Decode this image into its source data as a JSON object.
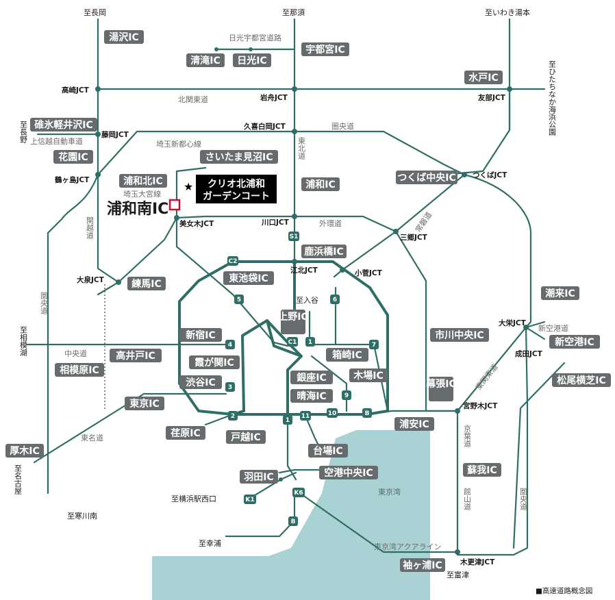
{
  "destinations": {
    "naganohara": "至長岡",
    "nasu": "至那須",
    "iwaki": "至いわき湯本",
    "hitachinaka": "至ひたちなか海浜公園",
    "nagano": "至長野",
    "sagamiko": "至相模湖",
    "nagoya": "至名古屋",
    "samukawa": "至寒川南",
    "yokohama": "至横浜駅西口",
    "saiwaiura": "至幸浦",
    "tomitsu": "至富津",
    "iriya": "至入谷"
  },
  "road_names": {
    "nikko_utsunomiya": "日光宇都宮道路",
    "kitakanto": "北関東道",
    "ken_o_north": "圏央道",
    "joshinetsu": "上信越自動車道",
    "saitama_shintoshin": "埼玉新都心線",
    "saitama_omiya": "埼玉大宮線",
    "tohoku": "東北道",
    "gaikan": "外環道",
    "kan_etsu": "関越道",
    "ken_o_west": "圏央道",
    "chuo": "中央道",
    "tomei": "東名道",
    "joban": "常磐道",
    "shinkuko": "新空港道",
    "higashikanto": "東関東道",
    "keiyo": "京葉道",
    "tateyama": "館山道",
    "ken_o_east": "圏央道",
    "aqualine": "東京湾アクアライン"
  },
  "sea_label": "東京湾",
  "ics": {
    "yuzawa": "湯沢IC",
    "utsunomiya": "宇都宮IC",
    "kiyotaki": "清滝IC",
    "nikko": "日光IC",
    "mito": "水戸IC",
    "usui": "碓氷軽井沢IC",
    "hanazono": "花園IC",
    "saitama_minuma": "さいたま見沼IC",
    "urawa_kita": "浦和北IC",
    "urawa": "浦和IC",
    "tsukuba_chuo": "つくば中央IC",
    "shikahamabashi": "鹿浜橋IC",
    "higashi_ikebukuro": "東池袋IC",
    "nerima": "練馬IC",
    "ueno": "上野IC",
    "shinjuku": "新宿IC",
    "takaido": "高井戸IC",
    "hakozaki": "箱崎IC",
    "kasumigaseki": "霞が関IC",
    "ginza": "銀座IC",
    "kiba": "木場IC",
    "sagamihara": "相模原IC",
    "shibuya": "渋谷IC",
    "harumi": "晴海IC",
    "ichikawa": "市川中央IC",
    "itako": "潮来IC",
    "shinkuko": "新空港IC",
    "makuhari": "幕張IC",
    "tokyo": "東京IC",
    "ebara": "荏原IC",
    "togoshi": "戸越IC",
    "urayasu": "浦安IC",
    "matsuo": "松尾横芝IC",
    "daiba": "台場IC",
    "atsugi": "厚木IC",
    "haneda": "羽田IC",
    "kuko_chuo": "空港中央IC",
    "soga": "蘇我IC",
    "sodegaura": "袖ヶ浦IC"
  },
  "jcts": {
    "takasaki": "高崎JCT",
    "iwafune": "岩舟JCT",
    "tomobe": "友部JCT",
    "fujioka": "藤岡JCT",
    "kuki": "久喜白岡JCT",
    "tsurugashima": "鶴ヶ島JCT",
    "tsukuba": "つくばJCT",
    "bijogi": "美女木JCT",
    "kawaguchi": "川口JCT",
    "misato": "三郷JCT",
    "koto": "江北JCT",
    "kosuge": "小菅JCT",
    "oizumi": "大泉JCT",
    "oei": "大栄JCT",
    "narita": "成田JCT",
    "miyanogi": "宮野木JCT",
    "kisarazu": "木更津JCT"
  },
  "route_shields": {
    "s1": "S1",
    "c2": "C2",
    "r5": "5",
    "r6": "6",
    "c1": "C1",
    "r1a": "1",
    "r4": "4",
    "r7": "7",
    "r3": "3",
    "r9": "9",
    "r2": "2",
    "r1b": "1",
    "r11": "11",
    "r10": "10",
    "b1": "B",
    "k1": "K1",
    "k6": "K6",
    "b2": "B"
  },
  "highlight": {
    "ic_name": "浦和南IC",
    "property_line1": "クリオ北浦和",
    "property_line2": "ガーデンコート",
    "star": "★"
  },
  "caption": "■高速道路概念図",
  "colors": {
    "road": "#2f6e66",
    "ic": "#666b6e",
    "sea": "#a8d2d3",
    "highlight": "#c8102e",
    "property_bg": "#000000"
  }
}
